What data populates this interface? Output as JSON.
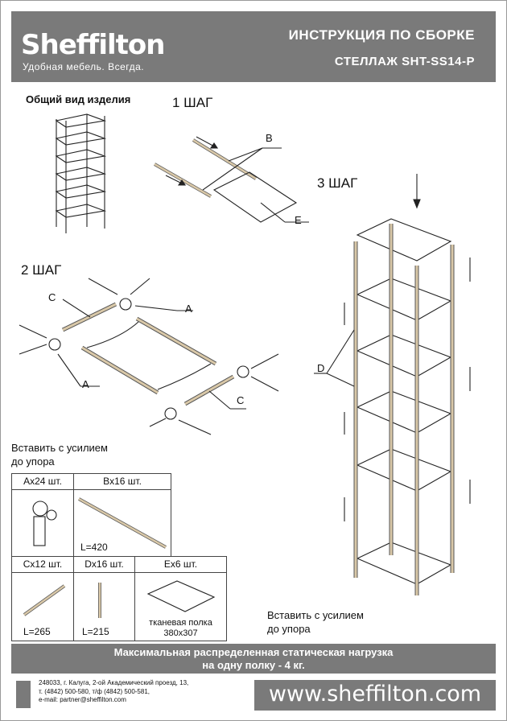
{
  "header": {
    "brand": "Sheffilton",
    "slogan": "Удобная мебель. Всегда.",
    "title": "ИНСТРУКЦИЯ ПО СБОРКЕ",
    "model": "СТЕЛЛАЖ SHT-SS14-P"
  },
  "overview_label": "Общий вид изделия",
  "steps": {
    "step1": "1 ШАГ",
    "step2": "2 ШАГ",
    "step3": "3 ШАГ"
  },
  "callouts": {
    "a": "A",
    "b": "B",
    "c": "C",
    "d": "D",
    "e": "E"
  },
  "instruction_left_1": "Вставить с усилием",
  "instruction_left_2": "до упора",
  "instruction_right_1": "Вставить с усилием",
  "instruction_right_2": "до упора",
  "parts": {
    "a": {
      "title": "Ax24 шт."
    },
    "b": {
      "title": "Bx16 шт.",
      "length": "L=420"
    },
    "c": {
      "title": "Cx12 шт.",
      "length": "L=265"
    },
    "d": {
      "title": "Dx16 шт.",
      "length": "L=215"
    },
    "e": {
      "title": "Ex6 шт.",
      "caption1": "тканевая полка",
      "caption2": "380x307"
    }
  },
  "load": {
    "line1": "Максимальная распределенная статическая нагрузка",
    "line2": "на одну полку -  4 кг."
  },
  "footer": {
    "addr1": "248033, г. Калуга, 2-ой Академический проезд, 13,",
    "addr2": "т. (4842) 500-580, т/ф (4842) 500-581,",
    "addr3": "e-mail: partner@sheffilton.com",
    "website": "www.sheffilton.com"
  },
  "colors": {
    "header_bg": "#7a7a7a",
    "rod": "#d9c8a8"
  }
}
